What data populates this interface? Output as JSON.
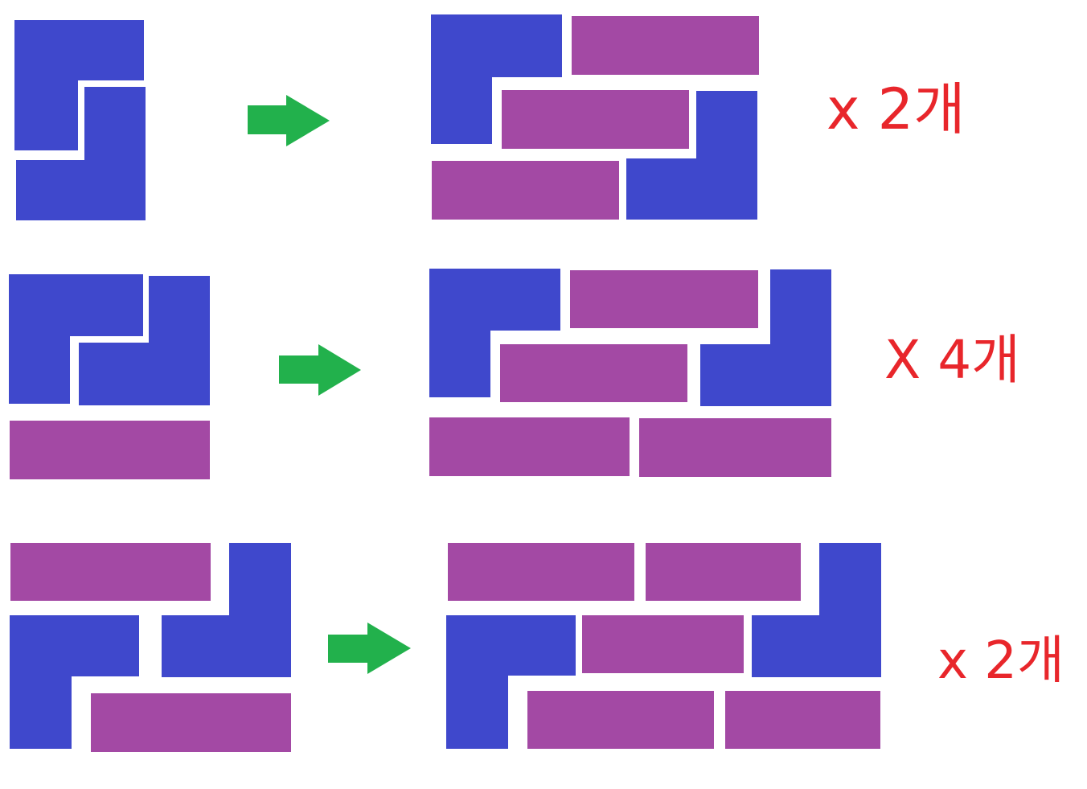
{
  "colors": {
    "blue": "#3f48cc",
    "purple": "#a349a4",
    "arrow": "#22b14c",
    "label": "#e8262b"
  },
  "rows": [
    {
      "name": "row-1",
      "count_label": "x 2개"
    },
    {
      "name": "row-2",
      "count_label": "X 4개"
    },
    {
      "name": "row-3",
      "count_label": "x 2개"
    }
  ]
}
